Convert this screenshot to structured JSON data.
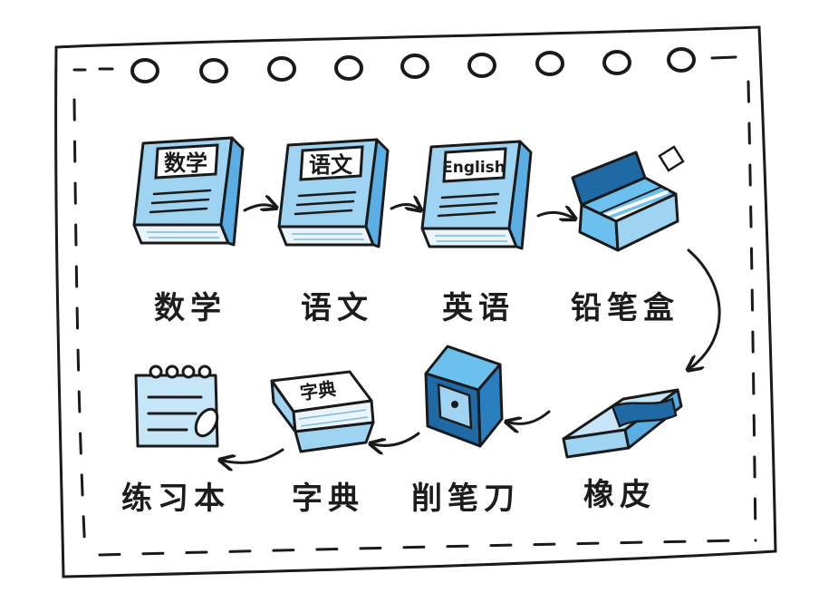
{
  "colors": {
    "book_fill": "#9fd3f2",
    "book_fill_light": "#c6e6f8",
    "book_spine": "#5aaee3",
    "pages_fill": "#e9f4fb",
    "case_dark": "#1f6aa5",
    "case_light": "#6cc0ee",
    "outline": "#1a1a1a",
    "paper": "#ffffff"
  },
  "items": [
    {
      "label": "数学",
      "icon": "math-book-icon",
      "cover_text": "数学"
    },
    {
      "label": "语文",
      "icon": "chinese-book-icon",
      "cover_text": "语文"
    },
    {
      "label": "英语",
      "icon": "english-book-icon",
      "cover_text": "English"
    },
    {
      "label": "铅笔盒",
      "icon": "pencil-case-icon"
    },
    {
      "label": "橡皮",
      "icon": "eraser-icon"
    },
    {
      "label": "削笔刀",
      "icon": "pencil-sharpener-icon"
    },
    {
      "label": "字典",
      "icon": "dictionary-icon",
      "cover_text": "字典"
    },
    {
      "label": "练习本",
      "icon": "notebook-icon"
    }
  ]
}
